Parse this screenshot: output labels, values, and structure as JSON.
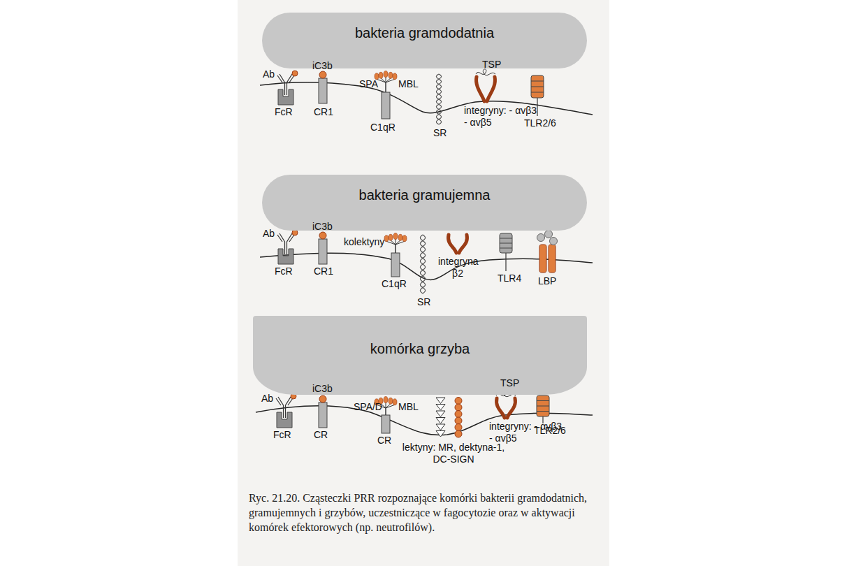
{
  "diagram": {
    "caption": "Ryc. 21.20. Cząsteczki PRR rozpoznające komórki bakterii gramdodatnich, gramujemnych i grzybów, uczestniczące w fagocytozie oraz w aktywacji komórek efektorowych (np. neutrofilów).",
    "nodes": [
      {
        "text": [
          "bakteria gramdodatnia"
        ]
      },
      {
        "text": [
          "bakteria gramujemna"
        ]
      },
      {
        "text": [
          "komórka grzyba"
        ]
      }
    ],
    "labels": [
      "Ab",
      "iC3b",
      "SPA",
      "MBL",
      "TSP",
      "FcR",
      "CR1",
      "C1qR",
      "SR",
      "integryny: - αvβ3 - αvβ5",
      "TLR2/6",
      "Ab",
      "iC3b",
      "kolektyny",
      "FcR",
      "CR1",
      "C1qR",
      "SR",
      "integryna β2",
      "TLR4",
      "LBP",
      "Ab",
      "iC3b",
      "SPA/D",
      "MBL",
      "TSP",
      "FcR",
      "CR",
      "CR",
      "lektyny: MR, dektyna-1, DC-SIGN",
      "integryny: - αvβ3 - αvβ5",
      "TLR2/6"
    ]
  }
}
